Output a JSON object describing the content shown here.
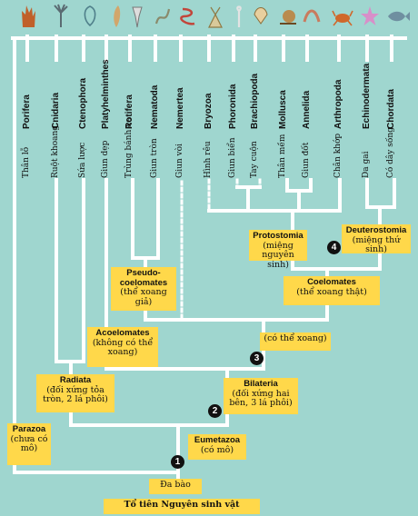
{
  "phyla": [
    {
      "name": "Porifera",
      "common": "Thân lỗ"
    },
    {
      "name": "Cnidaria",
      "common": "Ruột khoang"
    },
    {
      "name": "Ctenophora",
      "common": "Sứa lược"
    },
    {
      "name": "Platyhelminthes",
      "common": "Giun dẹp"
    },
    {
      "name": "Rotifera",
      "common": "Trùng bánh xe"
    },
    {
      "name": "Nematoda",
      "common": "Giun tròn"
    },
    {
      "name": "Nemertea",
      "common": "Giun vòi"
    },
    {
      "name": "Bryozoa",
      "common": "Hình rêu"
    },
    {
      "name": "Phoronida",
      "common": "Giun biển"
    },
    {
      "name": "Brachiopoda",
      "common": "Tay cuộn"
    },
    {
      "name": "Mollusca",
      "common": "Thân mềm"
    },
    {
      "name": "Annelida",
      "common": "Giun đốt"
    },
    {
      "name": "Arthropoda",
      "common": "Chân khớp"
    },
    {
      "name": "Echinodermata",
      "common": "Da gai"
    },
    {
      "name": "Chordata",
      "common": "Có dây sống"
    }
  ],
  "groups": {
    "parazoa": {
      "title": "Parazoa",
      "desc": "(chưa có mô)"
    },
    "eumetazoa": {
      "title": "Eumetazoa",
      "desc": "(có mô)"
    },
    "radiata": {
      "title": "Radiata",
      "desc": "(đối xứng tỏa tròn, 2 lá phôi)"
    },
    "bilateria": {
      "title": "Bilateria",
      "desc": "(đối xứng hai bên, 3 lá phôi)"
    },
    "acoelomates": {
      "title": "Acoelomates",
      "desc": "(không có thể xoang)"
    },
    "co_the_xoang": {
      "desc": "(có thể xoang)"
    },
    "pseudocoelomates": {
      "title": "Pseudo-coelomates",
      "desc": "(thể xoang giả)"
    },
    "coelomates": {
      "title": "Coelomates",
      "desc": "(thể xoang thật)"
    },
    "protostomia": {
      "title": "Protostomia",
      "desc": "(miệng nguyên sinh)"
    },
    "deuterostomia": {
      "title": "Deuterostomia",
      "desc": "(miệng thứ sinh)"
    },
    "da_bao": {
      "title": "Đa bào"
    },
    "ancestor": {
      "title": "Tổ tiên Nguyên sinh vật"
    }
  },
  "nodes": [
    "1",
    "2",
    "3",
    "4"
  ],
  "colors": {
    "background": "#9fd6cf",
    "box": "#ffd84a",
    "line": "#ffffff"
  }
}
